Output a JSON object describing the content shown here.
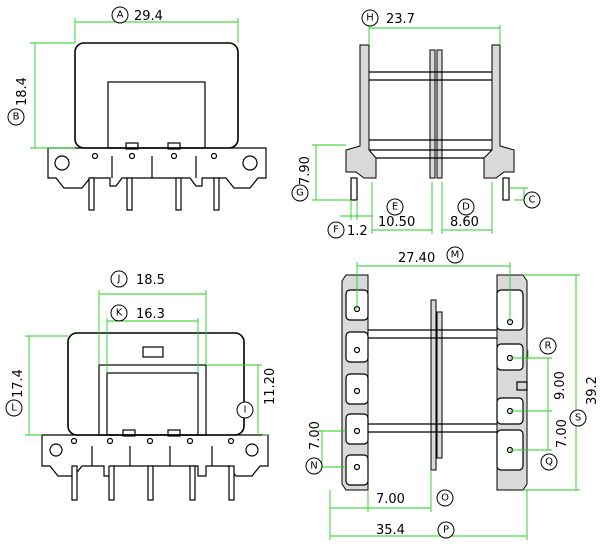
{
  "dimensions": {
    "A": {
      "letter": "A",
      "value": "29.4"
    },
    "B": {
      "letter": "B",
      "value": "18.4"
    },
    "H": {
      "letter": "H",
      "value": "23.7"
    },
    "G": {
      "letter": "G",
      "value": "7.90"
    },
    "E": {
      "letter": "E",
      "value": "10.50"
    },
    "D": {
      "letter": "D",
      "value": "8.60"
    },
    "C": {
      "letter": "C",
      "value": ""
    },
    "F": {
      "letter": "F",
      "value": "1.2"
    },
    "J": {
      "letter": "J",
      "value": "18.5"
    },
    "K": {
      "letter": "K",
      "value": "16.3"
    },
    "L": {
      "letter": "L",
      "value": "17.4"
    },
    "I": {
      "letter": "I",
      "value": "11.20"
    },
    "M": {
      "letter": "M",
      "value": "27.40"
    },
    "R": {
      "letter": "R",
      "value": ""
    },
    "S": {
      "letter": "S",
      "value": "39.2"
    },
    "Q": {
      "letter": "Q",
      "value": "7.00"
    },
    "N": {
      "letter": "N",
      "value": "7.00"
    },
    "O": {
      "letter": "O",
      "value": "7.00"
    },
    "P": {
      "letter": "P",
      "value": "35.4"
    },
    "pitch": {
      "letter": "",
      "value": "9.00"
    }
  }
}
